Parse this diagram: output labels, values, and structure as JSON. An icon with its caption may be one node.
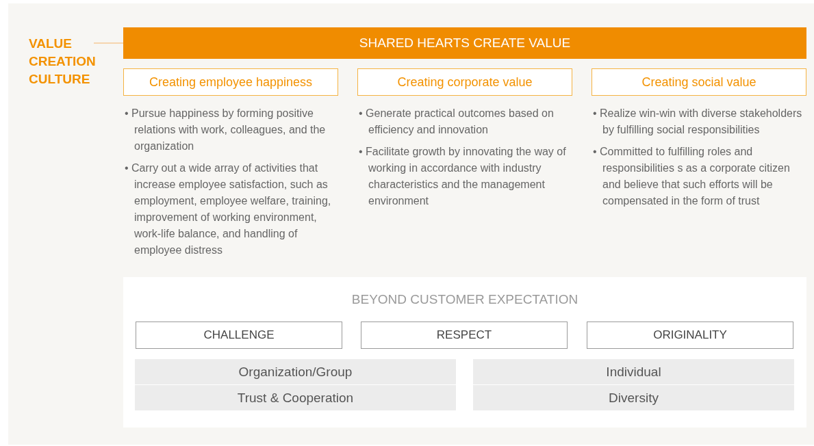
{
  "diagram": {
    "nodes": [
      {
        "text": [
          "VALUE CREATION CULTURE"
        ]
      },
      {
        "text": [
          "SHARED HEARTS CREATE VALUE"
        ]
      },
      {
        "text": [
          "Creating employee happiness"
        ]
      },
      {
        "text": [
          "Creating corporate value"
        ]
      },
      {
        "text": [
          "Creating social value"
        ]
      },
      {
        "text": [
          "BEYOND CUSTOMER EXPECTATION"
        ]
      },
      {
        "text": [
          "CHALLENGE"
        ],
        "in": 5
      },
      {
        "text": [
          "RESPECT"
        ],
        "in": 5
      },
      {
        "text": [
          "ORIGINALITY"
        ],
        "in": 5
      },
      {
        "text": [
          "Organization/Group"
        ],
        "in": 5
      },
      {
        "text": [
          "Trust & Cooperation"
        ],
        "in": 5
      },
      {
        "text": [
          "Individual"
        ],
        "in": 5
      },
      {
        "text": [
          "Diversity"
        ],
        "in": 5
      }
    ],
    "edges": [
      {
        "from": 0,
        "to": 1,
        "arrow": "none"
      }
    ],
    "labels": [
      "• Pursue happiness by forming positive relations with work, colleagues, and the organization",
      "• Carry out a wide array of activities that increase employee satisfaction, such as employment, employee welfare, training, improvement of working environment, work-life balance, and handling of employee distress",
      "• Generate practical outcomes based on efficiency and innovation",
      "• Facilitate growth by innovating the way of working in accordance with industry characteristics and the management environment",
      "• Realize win-win with diverse stakeholders by fulfilling social responsibilities",
      "• Committed to fulfilling roles and responsibilities s as a corporate citizen and believe that such efforts will be compensated in the form of trust"
    ]
  }
}
